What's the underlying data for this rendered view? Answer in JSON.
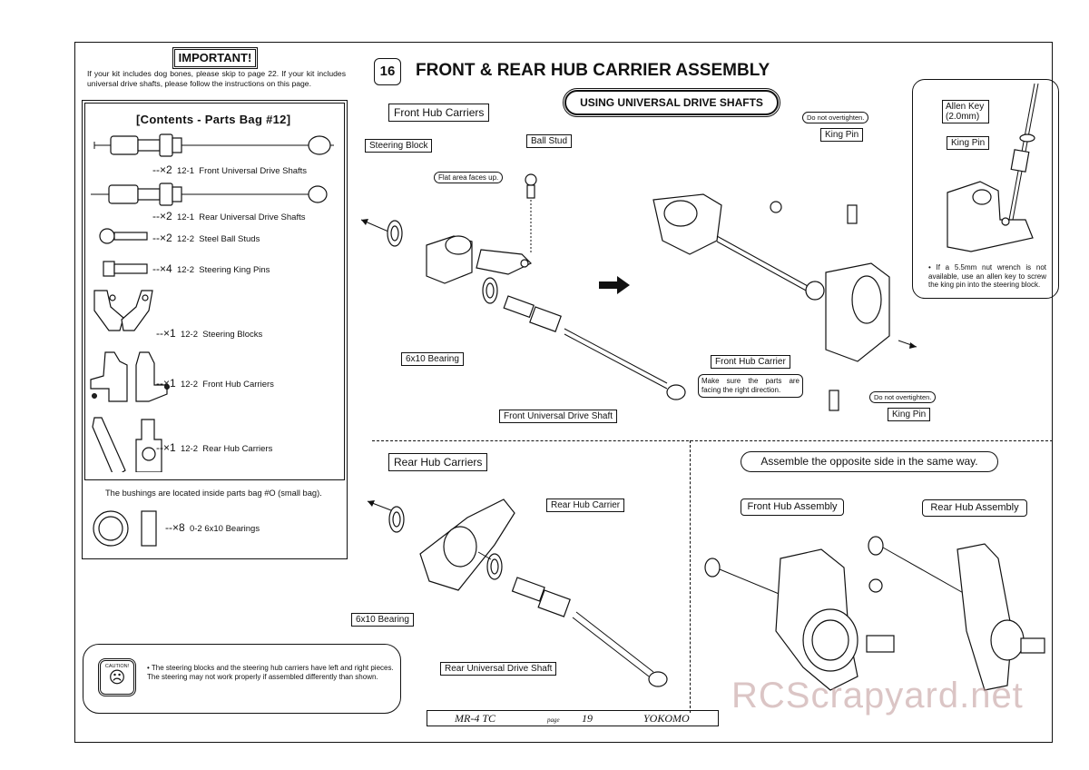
{
  "important": {
    "title": "IMPORTANT!",
    "text": "If your kit includes dog bones, please skip to page 22. If your kit includes universal drive shafts, please follow the instructions on this page."
  },
  "parts_bag": {
    "title": "[Contents - Parts Bag #12]",
    "items": [
      {
        "qty": "--×2",
        "code": "12-1",
        "name": "Front Universal Drive Shafts",
        "icon": "drive-shaft-icon"
      },
      {
        "qty": "--×2",
        "code": "12-1",
        "name": "Rear Universal Drive Shafts",
        "icon": "drive-shaft-icon"
      },
      {
        "qty": "--×2",
        "code": "12-2",
        "name": "Steel Ball Studs",
        "icon": "ball-stud-icon"
      },
      {
        "qty": "--×4",
        "code": "12-2",
        "name": "Steering King Pins",
        "icon": "king-pin-icon"
      },
      {
        "qty": "--×1",
        "code": "12-2",
        "name": "Steering Blocks",
        "icon": "steering-block-icon"
      },
      {
        "qty": "--×1",
        "code": "12-2",
        "name": "Front Hub Carriers",
        "icon": "hub-carrier-icon"
      },
      {
        "qty": "--×1",
        "code": "12-2",
        "name": "Rear Hub Carriers",
        "icon": "rear-hub-carrier-icon"
      }
    ],
    "bushing_note": "The bushings are located inside parts bag #O (small bag).",
    "bearing": {
      "qty": "--×8",
      "code": "0-2",
      "name": "6x10 Bearings"
    }
  },
  "step": {
    "number": "16",
    "title": "FRONT & REAR HUB CARRIER ASSEMBLY",
    "subtitle": "USING UNIVERSAL DRIVE SHAFTS"
  },
  "front": {
    "section": "Front Hub Carriers",
    "steering_block": "Steering Block",
    "flat_area": "Flat area faces up.",
    "ball_stud": "Ball Stud",
    "bearing": "6x10 Bearing",
    "drive_shaft": "Front Universal Drive Shaft",
    "overtighten_1": "Do not overtighten.",
    "king_pin_1": "King Pin",
    "hub_carrier": "Front Hub Carrier",
    "direction_note": "Make sure the parts are facing the right direction.",
    "overtighten_2": "Do not overtighten.",
    "king_pin_2": "King Pin"
  },
  "detail": {
    "allen_key": "Allen Key (2.0mm)",
    "king_pin": "King Pin",
    "note": "• If a 5.5mm nut wrench is not available, use an allen key to screw the king pin into the steering block."
  },
  "rear": {
    "section": "Rear Hub Carriers",
    "hub_carrier": "Rear Hub Carrier",
    "bearing": "6x10 Bearing",
    "drive_shaft": "Rear Universal Drive Shaft"
  },
  "opposite": {
    "title": "Assemble the opposite side in the same way.",
    "front_assembly": "Front Hub Assembly",
    "rear_assembly": "Rear Hub Assembly"
  },
  "caution": {
    "icon_label": "CAUTION!",
    "text": "• The steering blocks and the steering hub carriers have left and right pieces. The steering may not work properly if assembled differently than shown."
  },
  "footer": {
    "model": "MR-4 TC",
    "page_label": "page",
    "page": "19",
    "brand": "YOKOMO"
  },
  "watermark": "RCScrapyard.net"
}
